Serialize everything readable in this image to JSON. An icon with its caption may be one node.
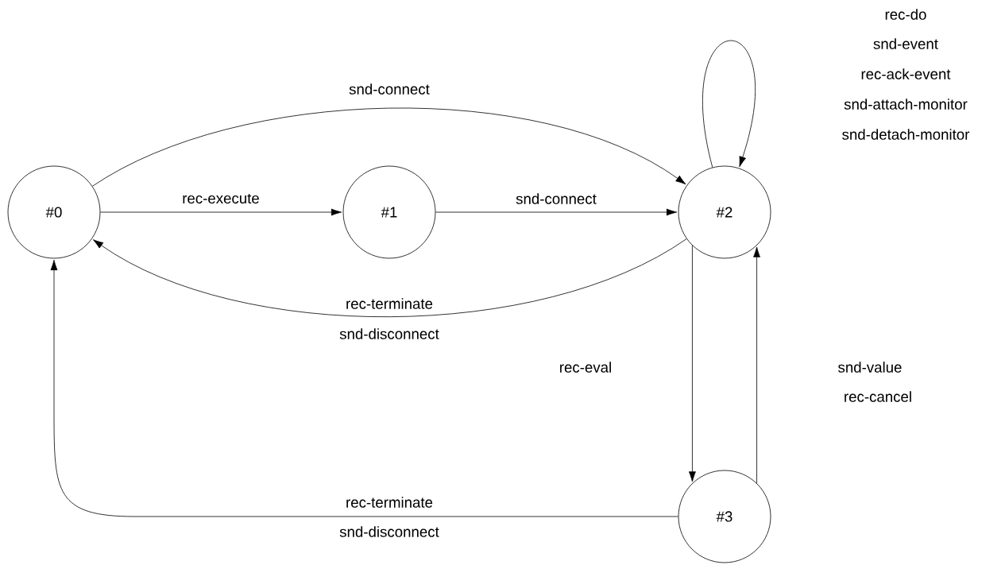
{
  "diagram": {
    "nodes": [
      {
        "text": [
          "#0"
        ]
      },
      {
        "text": [
          "#1"
        ]
      },
      {
        "text": [
          "#2"
        ]
      },
      {
        "text": [
          "#3"
        ]
      }
    ],
    "edges": [
      {
        "from": 0,
        "to": 2,
        "arrow": "to",
        "label": "snd-connect"
      },
      {
        "from": 0,
        "to": 1,
        "arrow": "to",
        "label": "rec-execute"
      },
      {
        "from": 1,
        "to": 2,
        "arrow": "to",
        "label": "snd-connect"
      },
      {
        "from": 2,
        "to": 2,
        "arrow": "to"
      },
      {
        "from": 2,
        "to": 0,
        "arrow": "to",
        "label": "rec-terminate"
      },
      {
        "from": 2,
        "to": 3,
        "arrow": "to"
      },
      {
        "from": 3,
        "to": 2,
        "arrow": "to"
      },
      {
        "from": 3,
        "to": 0,
        "arrow": "to",
        "label": "rec-terminate"
      }
    ],
    "labels": [
      "rec-do",
      "snd-event",
      "rec-ack-event",
      "snd-attach-monitor",
      "snd-detach-monitor",
      "snd-disconnect",
      "rec-eval",
      "snd-value",
      "rec-cancel",
      "snd-disconnect"
    ]
  }
}
